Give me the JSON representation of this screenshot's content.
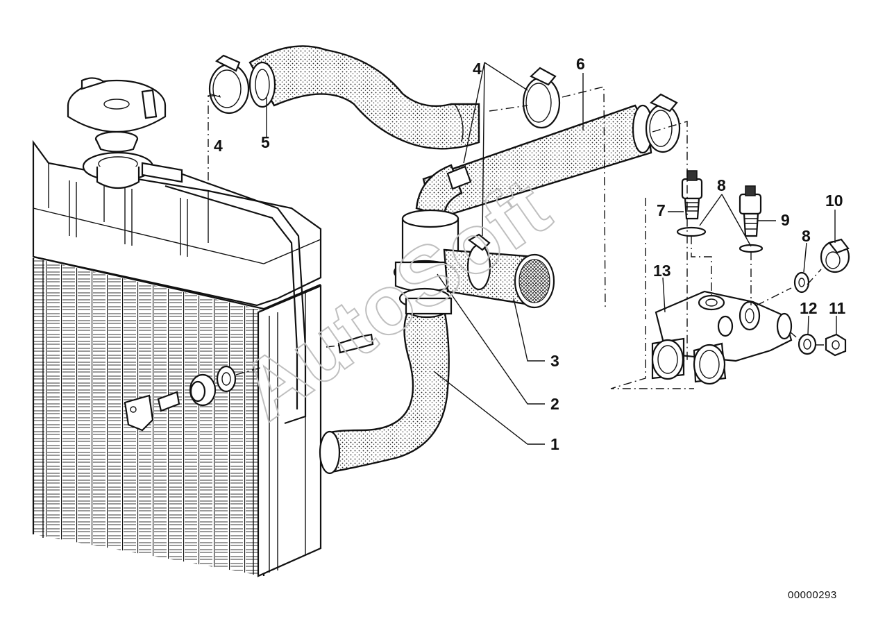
{
  "watermark": "AutoSoft",
  "document_number": "00000293",
  "callouts": [
    {
      "id": "c4a",
      "label": "4"
    },
    {
      "id": "c5",
      "label": "5"
    },
    {
      "id": "c4b",
      "label": "4"
    },
    {
      "id": "c6",
      "label": "6"
    },
    {
      "id": "c8a",
      "label": "8"
    },
    {
      "id": "c7",
      "label": "7"
    },
    {
      "id": "c9",
      "label": "9"
    },
    {
      "id": "c10",
      "label": "10"
    },
    {
      "id": "c8b",
      "label": "8"
    },
    {
      "id": "c13",
      "label": "13"
    },
    {
      "id": "c12",
      "label": "12"
    },
    {
      "id": "c11",
      "label": "11"
    },
    {
      "id": "c3",
      "label": "3"
    },
    {
      "id": "c2",
      "label": "2"
    },
    {
      "id": "c1",
      "label": "1"
    }
  ]
}
